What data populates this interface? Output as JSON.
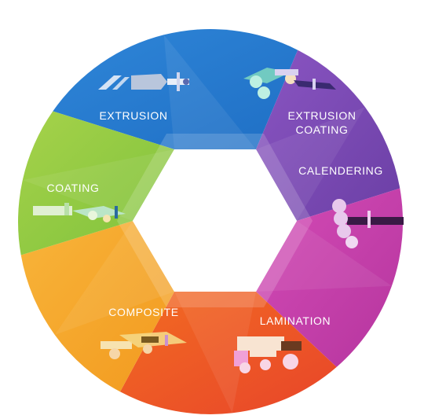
{
  "diagram": {
    "segments": [
      {
        "key": "extrusion",
        "lines": [
          "EXTRUSION"
        ],
        "color": "#1f6fc5",
        "color_light": "#2f86d8"
      },
      {
        "key": "extrusion_coating",
        "lines": [
          "EXTRUSION",
          "COATING"
        ],
        "color": "#6b3fa5",
        "color_light": "#8a55c2"
      },
      {
        "key": "calendering",
        "lines": [
          "CALENDERING"
        ],
        "color": "#b5359e",
        "color_light": "#d44bb6"
      },
      {
        "key": "lamination",
        "lines": [
          "LAMINATION"
        ],
        "color": "#e8452a",
        "color_light": "#f26b22"
      },
      {
        "key": "composite",
        "lines": [
          "COMPOSITE"
        ],
        "color": "#f29a1f",
        "color_light": "#f8b43a"
      },
      {
        "key": "coating",
        "lines": [
          "COATING"
        ],
        "color": "#7ec23c",
        "color_light": "#a6d24a"
      }
    ],
    "center_color": "#ffffff"
  }
}
